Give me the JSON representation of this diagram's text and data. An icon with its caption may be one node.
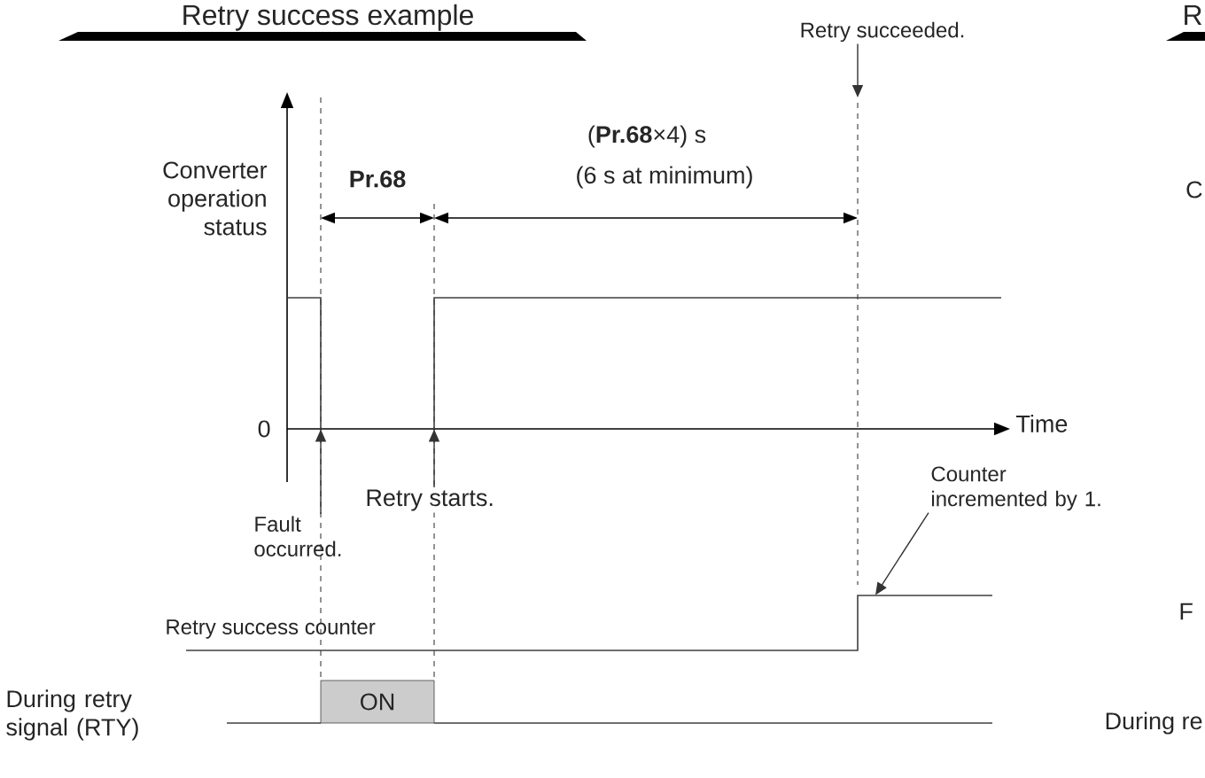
{
  "diagram": {
    "title": "Retry success example",
    "nodes": [
      {
        "text": [
          "Retry succeeded."
        ]
      },
      {
        "text": [
          "Fault occurred."
        ]
      },
      {
        "text": [
          "Retry starts."
        ]
      },
      {
        "text": [
          "Counter incremented by 1."
        ]
      },
      {
        "text": [
          "ON"
        ]
      },
      {
        "text": [],
        "shape": "waveform"
      },
      {
        "text": [],
        "shape": "waveform"
      }
    ],
    "edges": [
      {
        "from": 0,
        "to": null,
        "arrow": "to"
      },
      {
        "from": 1,
        "to": 5,
        "arrow": "to"
      },
      {
        "from": 2,
        "to": 5,
        "arrow": "to"
      },
      {
        "from": 3,
        "to": 6,
        "arrow": "to"
      }
    ],
    "labels": [
      "R",
      "Converter operation status",
      "Pr.68",
      "(**Pr.68**×4) s",
      "(6 s at minimum)",
      "C",
      "0",
      "Time",
      "F",
      "Retry success counter",
      "During retry signal (RTY)",
      "During re"
    ]
  }
}
